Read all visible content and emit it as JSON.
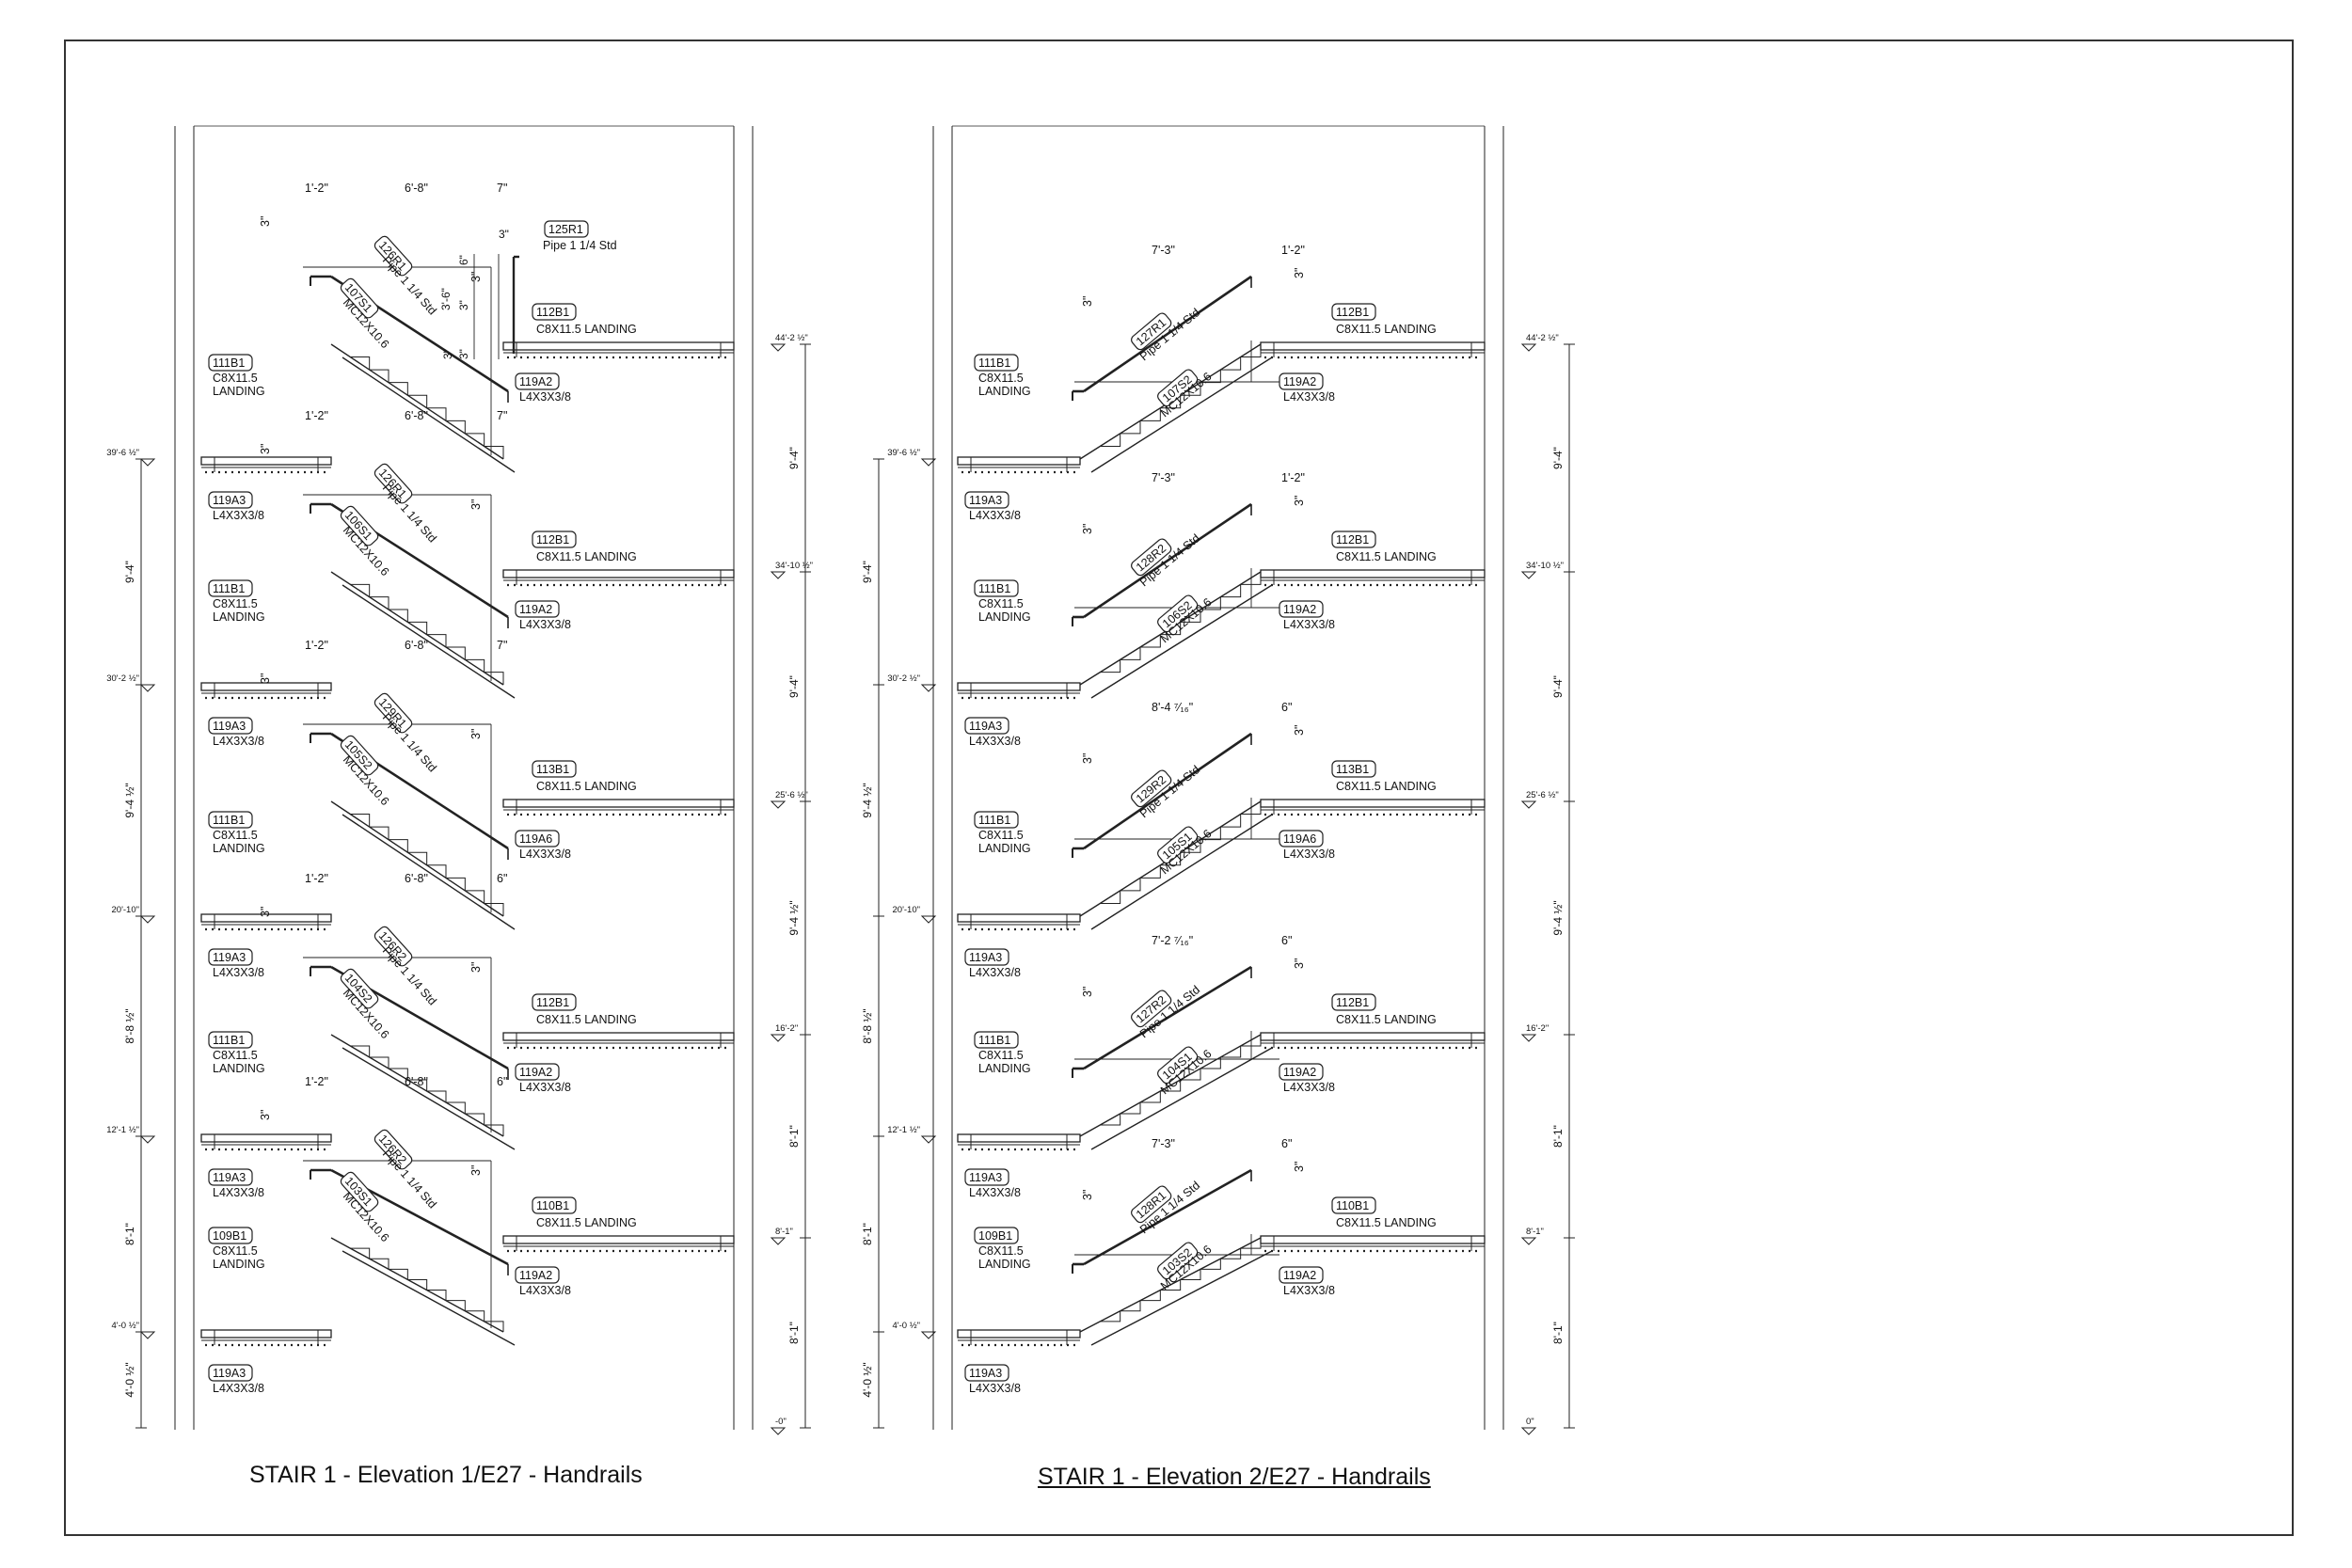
{
  "captions": {
    "left": "STAIR 1 - Elevation 1/E27 - Handrails",
    "right": "STAIR 1 - Elevation 2/E27 - Handrails"
  },
  "elevation_left": {
    "levels": [
      {
        "label": "44'-2 ½\""
      },
      {
        "label": "39'-6 ½\""
      },
      {
        "label": "34'-10 ½\""
      },
      {
        "label": "30'-2 ½\""
      },
      {
        "label": "25'-6 ½\""
      },
      {
        "label": "20'-10\""
      },
      {
        "label": "16'-2\""
      },
      {
        "label": "12'-1 ½\""
      },
      {
        "label": "8'-1\""
      },
      {
        "label": "4'-0 ½\""
      },
      {
        "label": "-0\""
      }
    ],
    "left_dims": [
      "9'-4\"",
      "9'-4 ½\"",
      "8'-8 ½\"",
      "8'-1\"",
      "4'-0 ½\""
    ],
    "right_dims": [
      "9'-4\"",
      "9'-4\"",
      "9'-4 ½\"",
      "8'-1\"",
      "8'-1\""
    ],
    "top_rail": {
      "mark": "125R1",
      "desc": "Pipe 1 1/4 Std",
      "dims": [
        "3\"",
        "6\"",
        "3'-6\"",
        "3\"",
        "3\"",
        "3\""
      ]
    },
    "flights": [
      {
        "upper_mark": "112B1",
        "upper_desc": "C8X11.5 LANDING",
        "upper_angle": "119A2",
        "upper_angle_desc": "L4X3X3/8",
        "lower_mark": "111B1",
        "lower_desc": [
          "C8X11.5",
          "LANDING"
        ],
        "lower_angle": "119A3",
        "lower_angle_desc": "L4X3X3/8",
        "rail_mark": "126R1",
        "rail_desc": "Pipe 1 1/4 Std",
        "stringer_mark": "107S1",
        "stringer_desc": "MC12X10.6",
        "dims": [
          "1'-2\"",
          "6'-8\"",
          "7\"",
          "3\"",
          "3\""
        ]
      },
      {
        "upper_mark": "112B1",
        "upper_desc": "C8X11.5 LANDING",
        "upper_angle": "119A2",
        "upper_angle_desc": "L4X3X3/8",
        "lower_mark": "111B1",
        "lower_desc": [
          "C8X11.5",
          "LANDING"
        ],
        "lower_angle": "119A3",
        "lower_angle_desc": "L4X3X3/8",
        "rail_mark": "126R1",
        "rail_desc": "Pipe 1 1/4 Std",
        "stringer_mark": "106S1",
        "stringer_desc": "MC12X10.6",
        "dims": [
          "1'-2\"",
          "6'-8\"",
          "7\"",
          "3\"",
          "3\""
        ]
      },
      {
        "upper_mark": "113B1",
        "upper_desc": "C8X11.5 LANDING",
        "upper_angle": "119A6",
        "upper_angle_desc": "L4X3X3/8",
        "lower_mark": "111B1",
        "lower_desc": [
          "C8X11.5",
          "LANDING"
        ],
        "lower_angle": "119A3",
        "lower_angle_desc": "L4X3X3/8",
        "rail_mark": "129R1",
        "rail_desc": "Pipe 1 1/4 Std",
        "stringer_mark": "105S2",
        "stringer_desc": "MC12X10.6",
        "dims": [
          "1'-2\"",
          "6'-8\"",
          "7\"",
          "3\"",
          "3\""
        ]
      },
      {
        "upper_mark": "112B1",
        "upper_desc": "C8X11.5 LANDING",
        "upper_angle": "119A2",
        "upper_angle_desc": "L4X3X3/8",
        "lower_mark": "111B1",
        "lower_desc": [
          "C8X11.5",
          "LANDING"
        ],
        "lower_angle": "119A3",
        "lower_angle_desc": "L4X3X3/8",
        "rail_mark": "126R2",
        "rail_desc": "Pipe 1 1/4 Std",
        "stringer_mark": "104S2",
        "stringer_desc": "MC12X10.6",
        "dims": [
          "1'-2\"",
          "6'-8\"",
          "6\"",
          "3\"",
          "3\""
        ]
      },
      {
        "upper_mark": "110B1",
        "upper_desc": "C8X11.5 LANDING",
        "upper_angle": "119A2",
        "upper_angle_desc": "L4X3X3/8",
        "lower_mark": "109B1",
        "lower_desc": [
          "C8X11.5",
          "LANDING"
        ],
        "lower_angle": "119A3",
        "lower_angle_desc": "L4X3X3/8",
        "rail_mark": "126R2",
        "rail_desc": "Pipe 1 1/4 Std",
        "stringer_mark": "103S1",
        "stringer_desc": "MC12X10.6",
        "dims": [
          "1'-2\"",
          "6'-8\"",
          "6\"",
          "3\"",
          "3\""
        ]
      }
    ]
  },
  "elevation_right": {
    "levels": [
      {
        "label": "44'-2 ½\""
      },
      {
        "label": "39'-6 ½\""
      },
      {
        "label": "34'-10 ½\""
      },
      {
        "label": "30'-2 ½\""
      },
      {
        "label": "25'-6 ½\""
      },
      {
        "label": "20'-10\""
      },
      {
        "label": "16'-2\""
      },
      {
        "label": "12'-1 ½\""
      },
      {
        "label": "8'-1\""
      },
      {
        "label": "4'-0 ½\""
      },
      {
        "label": "0\""
      }
    ],
    "left_dims": [
      "9'-4\"",
      "9'-4 ½\"",
      "8'-8 ½\"",
      "8'-1\"",
      "4'-0 ½\""
    ],
    "right_dims": [
      "9'-4\"",
      "9'-4\"",
      "9'-4 ½\"",
      "8'-1\"",
      "8'-1\""
    ],
    "flights": [
      {
        "upper_mark": "112B1",
        "upper_desc": "C8X11.5 LANDING",
        "upper_angle": "119A2",
        "upper_angle_desc": "L4X3X3/8",
        "lower_mark": "111B1",
        "lower_desc": [
          "C8X11.5",
          "LANDING"
        ],
        "lower_angle": "119A3",
        "lower_angle_desc": "L4X3X3/8",
        "rail_mark": "127R1",
        "rail_desc": "Pipe 1 1/4 Std",
        "stringer_mark": "107S2",
        "stringer_desc": "MC12X10.6",
        "dims": [
          "7'-3\"",
          "1'-2\"",
          "3\"",
          "3\""
        ]
      },
      {
        "upper_mark": "112B1",
        "upper_desc": "C8X11.5 LANDING",
        "upper_angle": "119A2",
        "upper_angle_desc": "L4X3X3/8",
        "lower_mark": "111B1",
        "lower_desc": [
          "C8X11.5",
          "LANDING"
        ],
        "lower_angle": "119A3",
        "lower_angle_desc": "L4X3X3/8",
        "rail_mark": "128R2",
        "rail_desc": "Pipe 1 1/4 Std",
        "stringer_mark": "106S2",
        "stringer_desc": "MC12X10.6",
        "dims": [
          "7'-3\"",
          "1'-2\"",
          "3\"",
          "3\""
        ]
      },
      {
        "upper_mark": "113B1",
        "upper_desc": "C8X11.5 LANDING",
        "upper_angle": "119A6",
        "upper_angle_desc": "L4X3X3/8",
        "lower_mark": "111B1",
        "lower_desc": [
          "C8X11.5",
          "LANDING"
        ],
        "lower_angle": "119A3",
        "lower_angle_desc": "L4X3X3/8",
        "rail_mark": "129R2",
        "rail_desc": "Pipe 1 1/4 Std",
        "stringer_mark": "105S1",
        "stringer_desc": "MC12X10.6",
        "dims": [
          "8'-4 ⁷⁄₁₆\"",
          "6\"",
          "3\"",
          "3\""
        ]
      },
      {
        "upper_mark": "112B1",
        "upper_desc": "C8X11.5 LANDING",
        "upper_angle": "119A2",
        "upper_angle_desc": "L4X3X3/8",
        "lower_mark": "111B1",
        "lower_desc": [
          "C8X11.5",
          "LANDING"
        ],
        "lower_angle": "119A3",
        "lower_angle_desc": "L4X3X3/8",
        "rail_mark": "127R2",
        "rail_desc": "Pipe 1 1/4 Std",
        "stringer_mark": "104S1",
        "stringer_desc": "MC12X10.6",
        "dims": [
          "7'-2 ⁷⁄₁₆\"",
          "6\"",
          "3\"",
          "3\""
        ]
      },
      {
        "upper_mark": "110B1",
        "upper_desc": "C8X11.5 LANDING",
        "upper_angle": "119A2",
        "upper_angle_desc": "L4X3X3/8",
        "lower_mark": "109B1",
        "lower_desc": [
          "C8X11.5",
          "LANDING"
        ],
        "lower_angle": "119A3",
        "lower_angle_desc": "L4X3X3/8",
        "rail_mark": "128R1",
        "rail_desc": "Pipe 1 1/4 Std",
        "stringer_mark": "103S2",
        "stringer_desc": "MC12X10.6",
        "dims": [
          "7'-3\"",
          "6\"",
          "3\"",
          "3\""
        ]
      }
    ]
  }
}
